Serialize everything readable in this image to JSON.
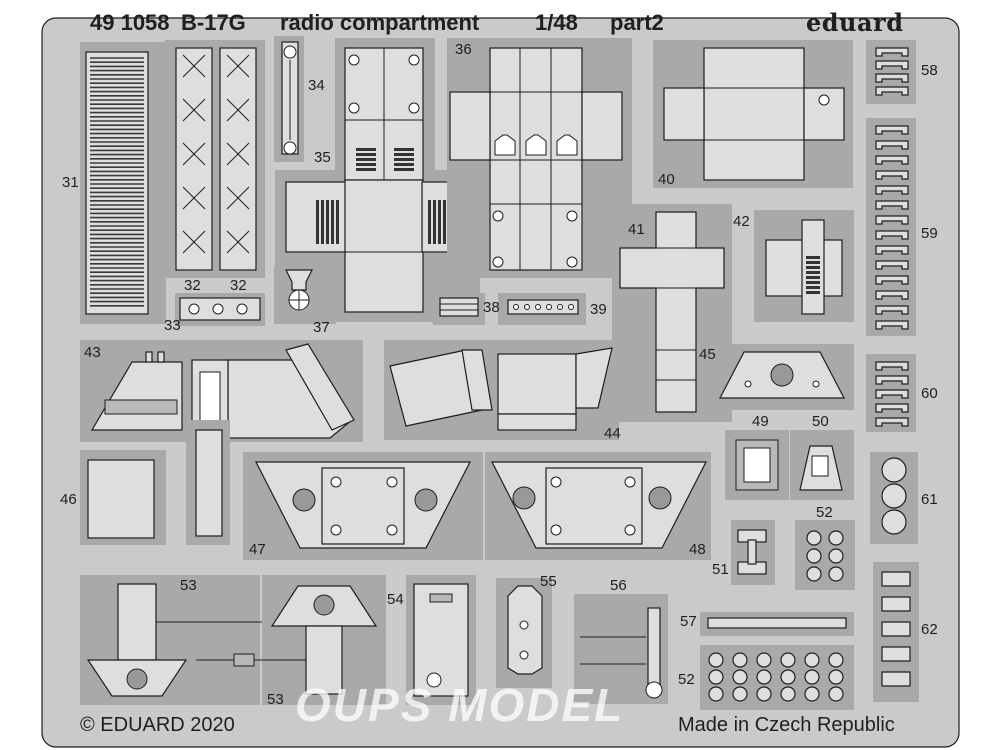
{
  "header": {
    "code": "49 1058",
    "model": "B-17G",
    "subject": "radio compartment",
    "scale": "1/48",
    "part": "part2",
    "brand": "eduard"
  },
  "footer": {
    "copyright": "© EDUARD 2020",
    "origin": "Made in Czech Republic"
  },
  "watermark": "OUPS MODEL",
  "part_numbers": [
    {
      "id": "31",
      "label": "31"
    },
    {
      "id": "32a",
      "label": "32"
    },
    {
      "id": "32b",
      "label": "32"
    },
    {
      "id": "33",
      "label": "33"
    },
    {
      "id": "34",
      "label": "34"
    },
    {
      "id": "35",
      "label": "35"
    },
    {
      "id": "36",
      "label": "36"
    },
    {
      "id": "37",
      "label": "37"
    },
    {
      "id": "38",
      "label": "38"
    },
    {
      "id": "39",
      "label": "39"
    },
    {
      "id": "40",
      "label": "40"
    },
    {
      "id": "41",
      "label": "41"
    },
    {
      "id": "42",
      "label": "42"
    },
    {
      "id": "43",
      "label": "43"
    },
    {
      "id": "44",
      "label": "44"
    },
    {
      "id": "45",
      "label": "45"
    },
    {
      "id": "46",
      "label": "46"
    },
    {
      "id": "47",
      "label": "47"
    },
    {
      "id": "48",
      "label": "48"
    },
    {
      "id": "49",
      "label": "49"
    },
    {
      "id": "50",
      "label": "50"
    },
    {
      "id": "51",
      "label": "51"
    },
    {
      "id": "52a",
      "label": "52"
    },
    {
      "id": "52b",
      "label": "52"
    },
    {
      "id": "53a",
      "label": "53"
    },
    {
      "id": "53b",
      "label": "53"
    },
    {
      "id": "54",
      "label": "54"
    },
    {
      "id": "55",
      "label": "55"
    },
    {
      "id": "56",
      "label": "56"
    },
    {
      "id": "57",
      "label": "57"
    },
    {
      "id": "58",
      "label": "58"
    },
    {
      "id": "59",
      "label": "59"
    },
    {
      "id": "60",
      "label": "60"
    },
    {
      "id": "61",
      "label": "61"
    },
    {
      "id": "62",
      "label": "62"
    }
  ],
  "colors": {
    "fret": "#cacaca",
    "part": "#dedede",
    "outline": "#1e1e1e",
    "etch": "#a9a9a9"
  }
}
